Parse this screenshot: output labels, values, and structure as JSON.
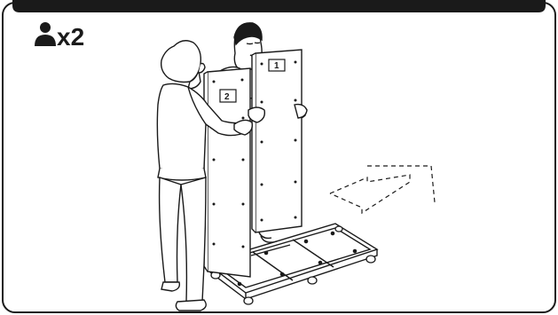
{
  "header": {
    "person_icon": "person-icon",
    "people_count": "x2"
  },
  "panels": [
    {
      "number": "1"
    },
    {
      "number": "2"
    }
  ],
  "colors": {
    "ink": "#1a1a1a",
    "header_bar": "#1a1a1a",
    "background": "#ffffff"
  }
}
